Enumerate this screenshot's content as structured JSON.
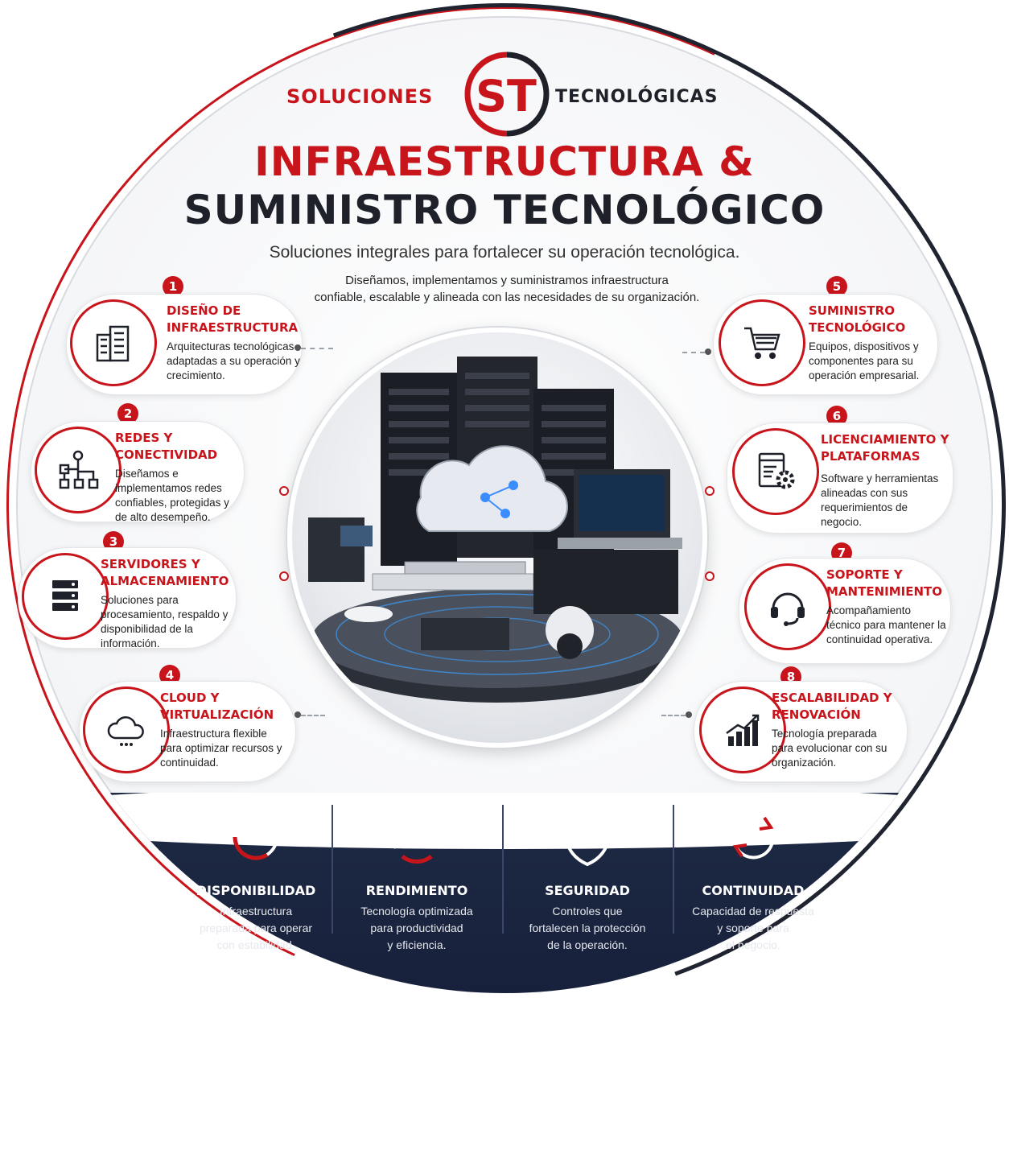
{
  "brand": {
    "left_word": "SOLUCIONES",
    "right_word": "TECNOLÓGICAS",
    "monogram": "ST"
  },
  "header": {
    "title_line1": "INFRAESTRUCTURA &",
    "title_line2": "SUMINISTRO TECNOLÓGICO",
    "subtitle": "Soluciones integrales para fortalecer su operación tecnológica.",
    "description_line1": "Diseñamos, implementamos y suministramos infraestructura",
    "description_line2": "confiable, escalable y alineada con las necesidades de su organización."
  },
  "services": [
    {
      "number": "1",
      "title": "DISEÑO DE INFRAESTRUCTURA",
      "text": "Arquitecturas tecnológicas adaptadas a su operación y crecimiento.",
      "icon": "buildings-icon"
    },
    {
      "number": "2",
      "title": "REDES Y CONECTIVIDAD",
      "text": "Diseñamos e implementamos redes confiables, protegidas y de alto desempeño.",
      "icon": "network-icon"
    },
    {
      "number": "3",
      "title": "SERVIDORES Y ALMACENAMIENTO",
      "text": "Soluciones para procesamiento, respaldo y disponibilidad de la información.",
      "icon": "server-icon"
    },
    {
      "number": "4",
      "title": "CLOUD Y VIRTUALIZACIÓN",
      "text": "Infraestructura flexible para optimizar recursos y continuidad.",
      "icon": "cloud-icon"
    },
    {
      "number": "5",
      "title": "SUMINISTRO TECNOLÓGICO",
      "text": "Equipos, dispositivos y componentes para su operación empresarial.",
      "icon": "cart-icon"
    },
    {
      "number": "6",
      "title": "LICENCIAMIENTO Y PLATAFORMAS",
      "text": "Software y herramientas alineadas con sus requerimientos de negocio.",
      "icon": "software-gear-icon"
    },
    {
      "number": "7",
      "title": "SOPORTE Y MANTENIMIENTO",
      "text": "Acompañamiento técnico para mantener la continuidad operativa.",
      "icon": "headset-icon"
    },
    {
      "number": "8",
      "title": "ESCALABILIDAD Y RENOVACIÓN",
      "text": "Tecnología preparada para evolucionar con su organización.",
      "icon": "growth-chart-icon"
    }
  ],
  "pillars": [
    {
      "title": "DISPONIBILIDAD",
      "text_line1": "Infraestructura",
      "text_line2": "preparada para operar",
      "text_line3": "con estabilidad.",
      "icon": "clock-icon"
    },
    {
      "title": "RENDIMIENTO",
      "text_line1": "Tecnología optimizada",
      "text_line2": "para productividad",
      "text_line3": "y eficiencia.",
      "icon": "gauge-icon"
    },
    {
      "title": "SEGURIDAD",
      "text_line1": "Controles que",
      "text_line2": "fortalecen la protección",
      "text_line3": "de la operación.",
      "icon": "shield-lock-icon"
    },
    {
      "title": "CONTINUIDAD",
      "text_line1": "Capacidad de respuesta",
      "text_line2": "y soporte para",
      "text_line3": "el negocio.",
      "icon": "refresh-icon"
    }
  ],
  "colors": {
    "accent": "#c8141b",
    "dark": "#1e2129",
    "navy": "#1e2a44"
  }
}
